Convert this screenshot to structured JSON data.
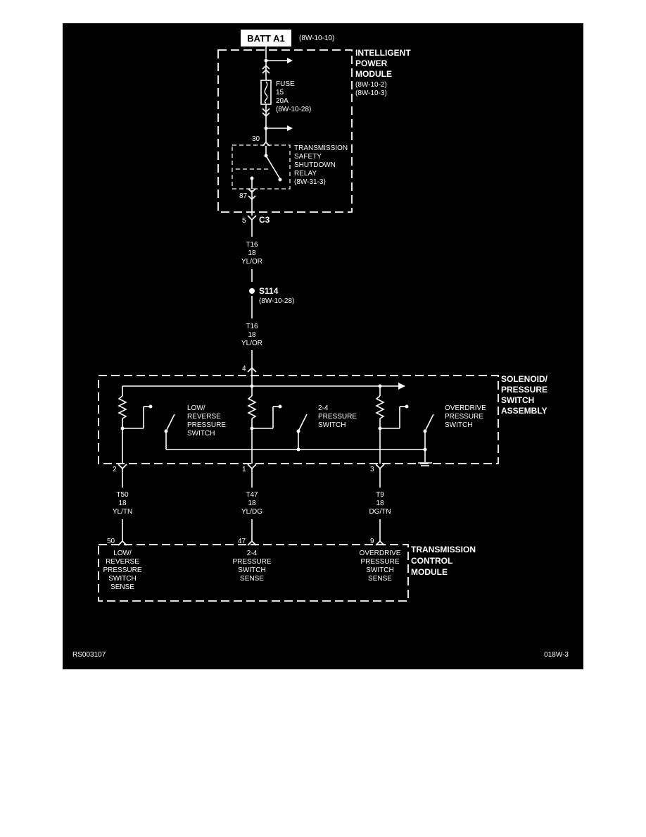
{
  "battery": {
    "name": "BATT A1",
    "ref": "(8W-10-10)"
  },
  "ipm": {
    "title": [
      "INTELLIGENT",
      "POWER",
      "MODULE"
    ],
    "refs": [
      "(8W-10-2)",
      "(8W-10-3)"
    ],
    "fuse": [
      "FUSE",
      "15",
      "20A",
      "(8W-10-28)"
    ],
    "relay": [
      "TRANSMISSION",
      "SAFETY",
      "SHUTDOWN",
      "RELAY",
      "(8W-31-3)"
    ],
    "pin_30": "30",
    "pin_87": "87"
  },
  "connector": {
    "pin": "5",
    "name": "C3"
  },
  "wire_upper": {
    "circuit": "T16",
    "gauge": "18",
    "color": "YL/OR"
  },
  "splice": {
    "name": "S114",
    "ref": "(8W-10-28)"
  },
  "wire_lower": {
    "circuit": "T16",
    "gauge": "18",
    "color": "YL/OR"
  },
  "solenoid": {
    "title": [
      "SOLENOID/",
      "PRESSURE",
      "SWITCH",
      "ASSEMBLY"
    ],
    "input_pin": "4",
    "switches": [
      {
        "label": [
          "LOW/",
          "REVERSE",
          "PRESSURE",
          "SWITCH"
        ],
        "pin": "2"
      },
      {
        "label": [
          "2-4",
          "PRESSURE",
          "SWITCH"
        ],
        "pin": "1"
      },
      {
        "label": [
          "OVERDRIVE",
          "PRESSURE",
          "SWITCH"
        ],
        "pin": "3"
      }
    ]
  },
  "wires": [
    {
      "circuit": "T50",
      "gauge": "18",
      "color": "YL/TN"
    },
    {
      "circuit": "T47",
      "gauge": "18",
      "color": "YL/DG"
    },
    {
      "circuit": "T9",
      "gauge": "18",
      "color": "DG/TN"
    }
  ],
  "tcm": {
    "title": [
      "TRANSMISSION",
      "CONTROL",
      "MODULE"
    ],
    "inputs": [
      {
        "pin": "50",
        "label": [
          "LOW/",
          "REVERSE",
          "PRESSURE",
          "SWITCH",
          "SENSE"
        ]
      },
      {
        "pin": "47",
        "label": [
          "2-4",
          "PRESSURE",
          "SWITCH",
          "SENSE"
        ]
      },
      {
        "pin": "9",
        "label": [
          "OVERDRIVE",
          "PRESSURE",
          "SWITCH",
          "SENSE"
        ]
      }
    ]
  },
  "footer": {
    "left": "RS003107",
    "right": "018W-3"
  },
  "colors": {
    "background": "#000000",
    "lines": "#ffffff",
    "page": "#ffffff"
  }
}
